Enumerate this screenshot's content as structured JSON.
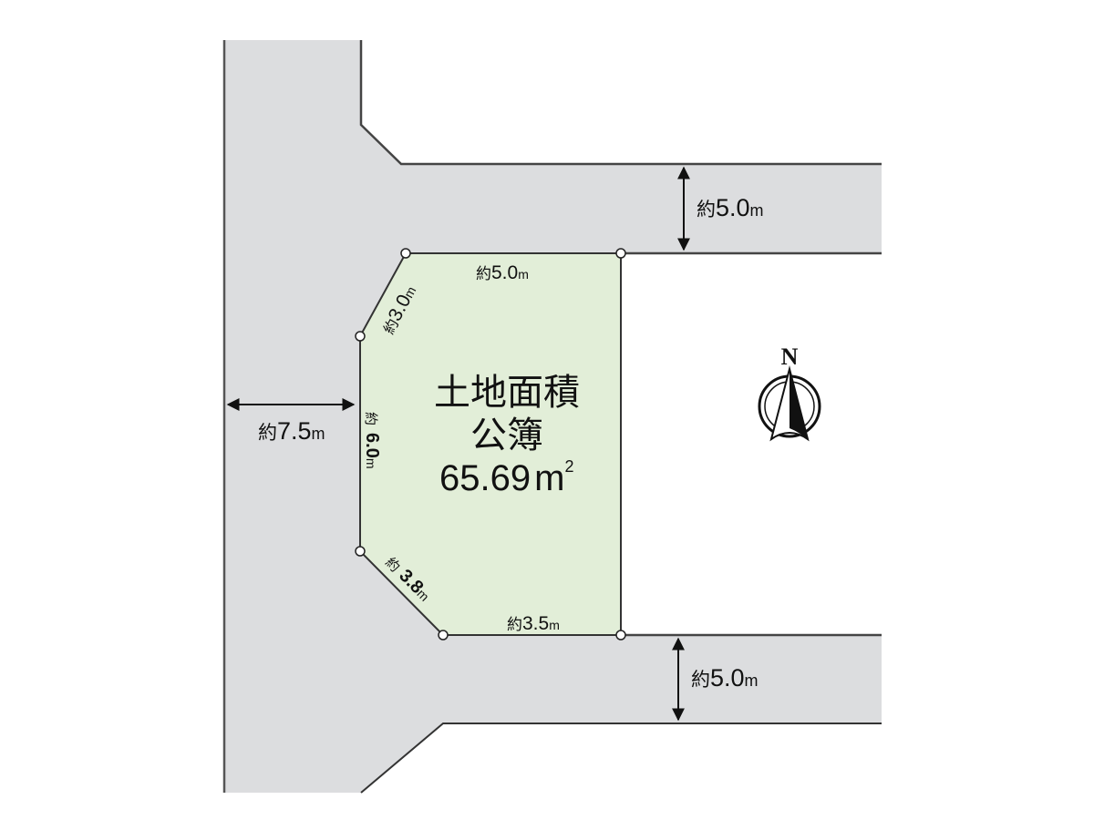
{
  "colors": {
    "road": "#dcdddf",
    "lot": "#e2eed8",
    "line": "#333333",
    "background": "#ffffff"
  },
  "lot": {
    "title_line1": "土地面積",
    "title_line2": "公簿",
    "area_value": "65.69",
    "area_unit": "m",
    "area_unit_sup": "2",
    "edges": {
      "top": {
        "prefix": "約",
        "value": "5.0",
        "unit": "m"
      },
      "top_left_diagonal": {
        "prefix": "約",
        "value": "3.0",
        "unit": "m"
      },
      "left": {
        "prefix": "約",
        "value": "6.0",
        "unit": "m"
      },
      "bottom_left_diagonal": {
        "prefix": "約",
        "value": "3.8",
        "unit": "m"
      },
      "bottom": {
        "prefix": "約",
        "value": "3.5",
        "unit": "m"
      }
    }
  },
  "roads": {
    "west": {
      "prefix": "約",
      "value": "7.5",
      "unit": "m"
    },
    "north_east": {
      "prefix": "約",
      "value": "5.0",
      "unit": "m"
    },
    "south_east": {
      "prefix": "約",
      "value": "5.0",
      "unit": "m"
    }
  },
  "compass": {
    "label": "N"
  }
}
